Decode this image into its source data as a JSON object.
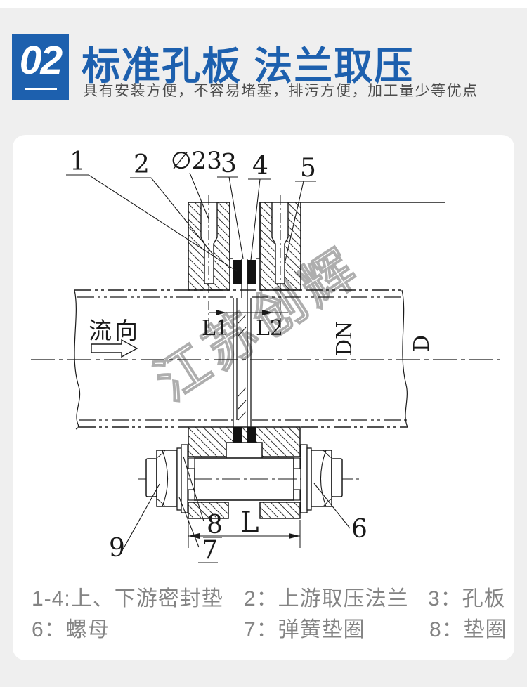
{
  "header": {
    "badge": "02",
    "title": "标准孔板 法兰取压",
    "subtitle": "具有安装方便，不容易堵塞，排污方便，加工量少等优点"
  },
  "colors": {
    "accent_blue": "#1d60ae",
    "subtitle_gray": "#4c4c4c",
    "legend_gray": "#848484",
    "line_black": "#1a1a1a",
    "page_bg": "#efefef",
    "card_bg": "#ffffff"
  },
  "diagram": {
    "watermark": "江苏创辉",
    "flow_label": "流向",
    "callouts": {
      "c1": "1",
      "c2": "2",
      "bore": "∅23",
      "c3": "3",
      "c4": "4",
      "c5": "5",
      "c6": "6",
      "c7": "7",
      "c8": "8",
      "c9": "9"
    },
    "dims": {
      "L": "L",
      "L1": "L1",
      "L2": "L2",
      "DN": "DN",
      "D": "D"
    }
  },
  "legend": {
    "items": [
      "1-4:上、下游密封垫",
      "2：上游取压法兰",
      "3：孔板",
      "6：螺母",
      "7：弹簧垫圈",
      "8：垫圈"
    ]
  }
}
